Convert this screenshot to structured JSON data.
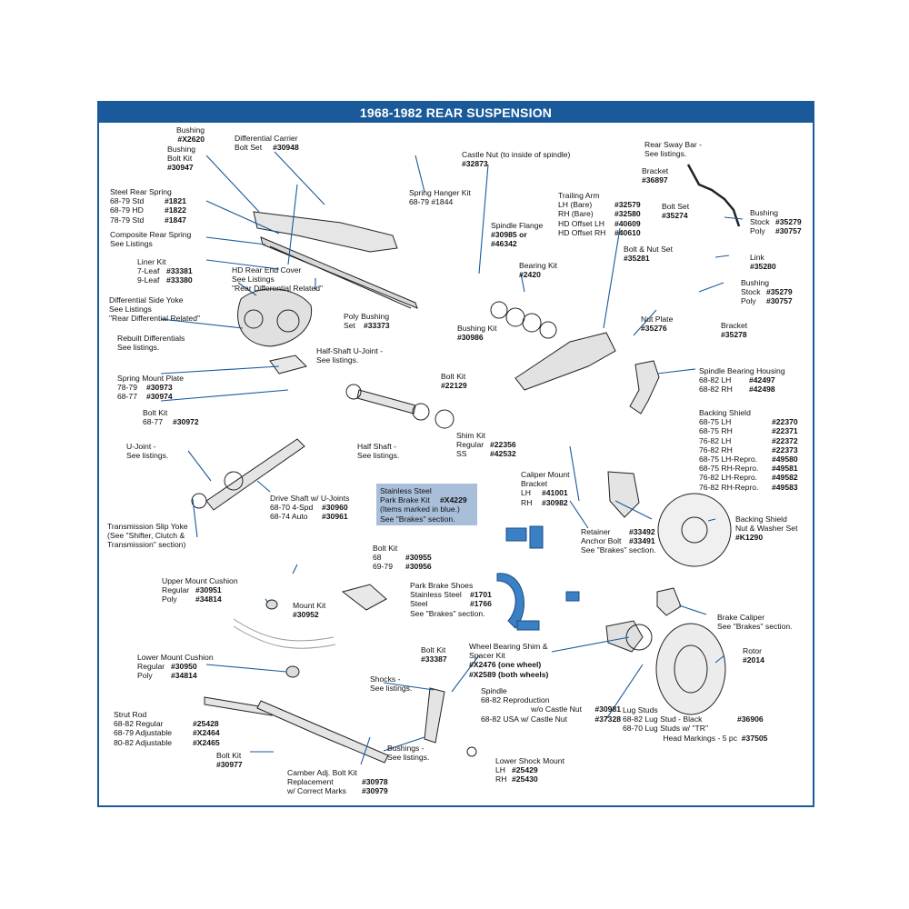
{
  "title": "1968-1982 REAR SUSPENSION",
  "colors": {
    "frame": "#1a5a9a",
    "highlight_box": "#a9bfd9",
    "highlight_parts": "#3b7fc4",
    "leader_lines": "#1a5a9a"
  },
  "callouts": [
    {
      "id": "bushing-x2620",
      "lines": [
        [
          "Bushing",
          ""
        ],
        [
          "#X2620",
          ""
        ]
      ]
    },
    {
      "id": "bushing-bolt-kit",
      "lines": [
        [
          "Bushing",
          ""
        ],
        [
          "Bolt Kit",
          ""
        ],
        [
          "#30947",
          ""
        ]
      ]
    },
    {
      "id": "diff-carrier-bolt-set",
      "lines": [
        [
          "Differential Carrier",
          ""
        ],
        [
          "Bolt Set",
          "#30948"
        ]
      ]
    },
    {
      "id": "castle-nut",
      "lines": [
        [
          "Castle Nut (to inside of spindle)",
          ""
        ],
        [
          "#32873",
          ""
        ]
      ]
    },
    {
      "id": "rear-sway-bar",
      "lines": [
        [
          "Rear Sway Bar -",
          ""
        ],
        [
          "See listings.",
          ""
        ]
      ]
    },
    {
      "id": "bracket-36897",
      "lines": [
        [
          "Bracket",
          ""
        ],
        [
          "#36897",
          ""
        ]
      ]
    },
    {
      "id": "steel-rear-spring",
      "lines": [
        [
          "Steel Rear Spring",
          ""
        ],
        [
          "68-79  Std",
          "#1821"
        ],
        [
          "68-79  HD",
          "#1822"
        ],
        [
          "78-79  Std",
          "#1847"
        ]
      ]
    },
    {
      "id": "spring-hanger-kit",
      "lines": [
        [
          "Spring Hanger Kit",
          ""
        ],
        [
          "68-79  #1844",
          ""
        ]
      ]
    },
    {
      "id": "trailing-arm",
      "lines": [
        [
          "Trailing Arm",
          ""
        ],
        [
          "LH (Bare)",
          "#32579"
        ],
        [
          "RH (Bare)",
          "#32580"
        ],
        [
          "HD Offset LH",
          "#40609"
        ],
        [
          "HD Offset RH",
          "#40610"
        ]
      ]
    },
    {
      "id": "bolt-set-35274",
      "lines": [
        [
          "Bolt Set",
          ""
        ],
        [
          "#35274",
          ""
        ]
      ]
    },
    {
      "id": "bushing-stock-poly-top",
      "lines": [
        [
          "Bushing",
          ""
        ],
        [
          "Stock",
          "#35279"
        ],
        [
          "Poly",
          "#30757"
        ]
      ]
    },
    {
      "id": "composite-rear-spring",
      "lines": [
        [
          "Composite Rear Spring",
          ""
        ],
        [
          "See Listings",
          ""
        ]
      ]
    },
    {
      "id": "spindle-flange",
      "lines": [
        [
          "Spindle Flange",
          ""
        ],
        [
          "#30985 or",
          ""
        ],
        [
          "#46342",
          ""
        ]
      ]
    },
    {
      "id": "bolt-nut-set",
      "lines": [
        [
          "Bolt & Nut Set",
          ""
        ],
        [
          "#35281",
          ""
        ]
      ]
    },
    {
      "id": "link",
      "lines": [
        [
          "Link",
          ""
        ],
        [
          "#35280",
          ""
        ]
      ]
    },
    {
      "id": "liner-kit",
      "lines": [
        [
          "Liner Kit",
          ""
        ],
        [
          "7-Leaf",
          "#33381"
        ],
        [
          "9-Leaf",
          "#33380"
        ]
      ]
    },
    {
      "id": "hd-rear-end-cover",
      "lines": [
        [
          "HD Rear End Cover",
          ""
        ],
        [
          "See Listings",
          ""
        ],
        [
          "\"Rear Differential Related\"",
          ""
        ]
      ]
    },
    {
      "id": "bearing-kit",
      "lines": [
        [
          "Bearing Kit",
          ""
        ],
        [
          "#2420",
          ""
        ]
      ]
    },
    {
      "id": "bushing-stock-poly-mid",
      "lines": [
        [
          "Bushing",
          ""
        ],
        [
          "Stock",
          "#35279"
        ],
        [
          "Poly",
          "#30757"
        ]
      ]
    },
    {
      "id": "diff-side-yoke",
      "lines": [
        [
          "Differential Side Yoke",
          ""
        ],
        [
          "See Listings",
          ""
        ],
        [
          "\"Rear Differential Related\"",
          ""
        ]
      ]
    },
    {
      "id": "poly-bushing-set",
      "lines": [
        [
          "Poly Bushing",
          ""
        ],
        [
          "Set",
          "#33373"
        ]
      ]
    },
    {
      "id": "nut-plate",
      "lines": [
        [
          "Nut Plate",
          ""
        ],
        [
          "#35276",
          ""
        ]
      ]
    },
    {
      "id": "bracket-35278",
      "lines": [
        [
          "Bracket",
          ""
        ],
        [
          "#35278",
          ""
        ]
      ]
    },
    {
      "id": "bushing-kit-30986",
      "lines": [
        [
          "Bushing Kit",
          ""
        ],
        [
          "#30986",
          ""
        ]
      ]
    },
    {
      "id": "rebuilt-differentials",
      "lines": [
        [
          "Rebuilt Differentials",
          ""
        ],
        [
          "See listings.",
          ""
        ]
      ]
    },
    {
      "id": "half-shaft-ujoint",
      "lines": [
        [
          "Half-Shaft U-Joint -",
          ""
        ],
        [
          "See listings.",
          ""
        ]
      ]
    },
    {
      "id": "spring-mount-plate",
      "lines": [
        [
          "Spring Mount Plate",
          ""
        ],
        [
          "78-79",
          "#30973"
        ],
        [
          "68-77",
          "#30974"
        ]
      ]
    },
    {
      "id": "bolt-kit-22129",
      "lines": [
        [
          "Bolt Kit",
          ""
        ],
        [
          "#22129",
          ""
        ]
      ]
    },
    {
      "id": "spindle-bearing-housing",
      "lines": [
        [
          "Spindle Bearing Housing",
          ""
        ],
        [
          "68-82 LH",
          "#42497"
        ],
        [
          "68-82 RH",
          "#42498"
        ]
      ]
    },
    {
      "id": "bolt-kit-30972",
      "lines": [
        [
          "Bolt Kit",
          ""
        ],
        [
          "68-77",
          "#30972"
        ]
      ]
    },
    {
      "id": "backing-shield",
      "lines": [
        [
          "Backing Shield",
          ""
        ],
        [
          "68-75  LH",
          "#22370"
        ],
        [
          "68-75  RH",
          "#22371"
        ],
        [
          "76-82  LH",
          "#22372"
        ],
        [
          "76-82  RH",
          "#22373"
        ],
        [
          "68-75  LH-Repro.",
          "#49580"
        ],
        [
          "68-75  RH-Repro.",
          "#49581"
        ],
        [
          "76-82  LH-Repro.",
          "#49582"
        ],
        [
          "76-82  RH-Repro.",
          "#49583"
        ]
      ]
    },
    {
      "id": "shim-kit",
      "lines": [
        [
          "Shim Kit",
          ""
        ],
        [
          "Regular",
          "#22356"
        ],
        [
          "SS",
          "#42532"
        ]
      ]
    },
    {
      "id": "half-shaft",
      "lines": [
        [
          "Half Shaft -",
          ""
        ],
        [
          "See listings.",
          ""
        ]
      ]
    },
    {
      "id": "u-joint",
      "lines": [
        [
          "U-Joint -",
          ""
        ],
        [
          "See listings.",
          ""
        ]
      ]
    },
    {
      "id": "caliper-mount-bracket",
      "lines": [
        [
          "Caliper Mount",
          ""
        ],
        [
          "Bracket",
          ""
        ],
        [
          "LH",
          "#41001"
        ],
        [
          "RH",
          "#30982"
        ]
      ]
    },
    {
      "id": "drive-shaft",
      "lines": [
        [
          "Drive Shaft w/ U-Joints",
          ""
        ],
        [
          "68-70  4-Spd",
          "#30960"
        ],
        [
          "68-74  Auto",
          "#30961"
        ]
      ]
    },
    {
      "id": "stainless-park-brake-kit",
      "lines": [
        [
          "Stainless Steel",
          ""
        ],
        [
          "Park Brake Kit",
          "#X4229"
        ],
        [
          "(Items marked in blue.)",
          ""
        ],
        [
          "See \"Brakes\" section.",
          ""
        ]
      ]
    },
    {
      "id": "backing-shield-nut",
      "lines": [
        [
          "Backing Shield",
          ""
        ],
        [
          "Nut & Washer Set",
          ""
        ],
        [
          "#K1290",
          ""
        ]
      ]
    },
    {
      "id": "trans-slip-yoke",
      "lines": [
        [
          "Transmission Slip Yoke",
          ""
        ],
        [
          "(See \"Shifter, Clutch &",
          ""
        ],
        [
          "Transmission\" section)",
          ""
        ]
      ]
    },
    {
      "id": "retainer-anchor-bolt",
      "lines": [
        [
          "Retainer",
          "#33492"
        ],
        [
          "Anchor Bolt",
          "#33491"
        ],
        [
          "See \"Brakes\" section.",
          ""
        ]
      ]
    },
    {
      "id": "bolt-kit-30955",
      "lines": [
        [
          "Bolt Kit",
          ""
        ],
        [
          "68",
          "#30955"
        ],
        [
          "69-79",
          "#30956"
        ]
      ]
    },
    {
      "id": "upper-mount-cushion",
      "lines": [
        [
          "Upper Mount Cushion",
          ""
        ],
        [
          "Regular",
          "#30951"
        ],
        [
          "Poly",
          "#34814"
        ]
      ]
    },
    {
      "id": "park-brake-shoes",
      "lines": [
        [
          "Park Brake Shoes",
          ""
        ],
        [
          "Stainless Steel",
          "#1701"
        ],
        [
          "Steel",
          "#1766"
        ],
        [
          "See \"Brakes\" section.",
          ""
        ]
      ]
    },
    {
      "id": "mount-kit",
      "lines": [
        [
          "Mount Kit",
          ""
        ],
        [
          "#30952",
          ""
        ]
      ]
    },
    {
      "id": "brake-caliper",
      "lines": [
        [
          "Brake Caliper",
          ""
        ],
        [
          "See \"Brakes\" section.",
          ""
        ]
      ]
    },
    {
      "id": "wheel-bearing-shim",
      "lines": [
        [
          "Wheel Bearing Shim &",
          ""
        ],
        [
          "Spacer Kit",
          ""
        ],
        [
          "#X2476 (one wheel)",
          ""
        ],
        [
          "#X2589 (both wheels)",
          ""
        ]
      ]
    },
    {
      "id": "rotor",
      "lines": [
        [
          "Rotor",
          ""
        ],
        [
          "#2014",
          ""
        ]
      ]
    },
    {
      "id": "lower-mount-cushion",
      "lines": [
        [
          "Lower Mount Cushion",
          ""
        ],
        [
          "Regular",
          "#30950"
        ],
        [
          "Poly",
          "#34814"
        ]
      ]
    },
    {
      "id": "bolt-kit-33387",
      "lines": [
        [
          "Bolt Kit",
          ""
        ],
        [
          "#33387",
          ""
        ]
      ]
    },
    {
      "id": "shocks",
      "lines": [
        [
          "Shocks -",
          ""
        ],
        [
          "See listings.",
          ""
        ]
      ]
    },
    {
      "id": "spindle",
      "lines": [
        [
          "Spindle",
          ""
        ],
        [
          "68-82 Reproduction",
          ""
        ],
        [
          "w/o Castle Nut",
          "#30981"
        ],
        [
          "68-82 USA w/ Castle Nut",
          "#37328"
        ]
      ]
    },
    {
      "id": "lug-studs",
      "lines": [
        [
          "Lug Studs",
          ""
        ],
        [
          "68-82 Lug Stud - Black",
          "#36906"
        ],
        [
          "68-70 Lug Studs w/ \"TR\"",
          ""
        ],
        [
          "Head Markings - 5 pc",
          "#37505"
        ]
      ]
    },
    {
      "id": "strut-rod",
      "lines": [
        [
          "Strut Rod",
          ""
        ],
        [
          "68-82  Regular",
          "#25428"
        ],
        [
          "68-79  Adjustable",
          "#X2464"
        ],
        [
          "80-82  Adjustable",
          "#X2465"
        ]
      ]
    },
    {
      "id": "bolt-kit-30977",
      "lines": [
        [
          "Bolt Kit",
          ""
        ],
        [
          "#30977",
          ""
        ]
      ]
    },
    {
      "id": "camber-adj-bolt-kit",
      "lines": [
        [
          "Camber Adj. Bolt Kit",
          ""
        ],
        [
          "Replacement",
          "#30978"
        ],
        [
          "w/ Correct Marks",
          "#30979"
        ]
      ]
    },
    {
      "id": "bushings",
      "lines": [
        [
          "Bushings -",
          ""
        ],
        [
          "See listings.",
          ""
        ]
      ]
    },
    {
      "id": "lower-shock-mount",
      "lines": [
        [
          "Lower Shock Mount",
          ""
        ],
        [
          "LH",
          "#25429"
        ],
        [
          "RH",
          "#25430"
        ]
      ]
    }
  ]
}
